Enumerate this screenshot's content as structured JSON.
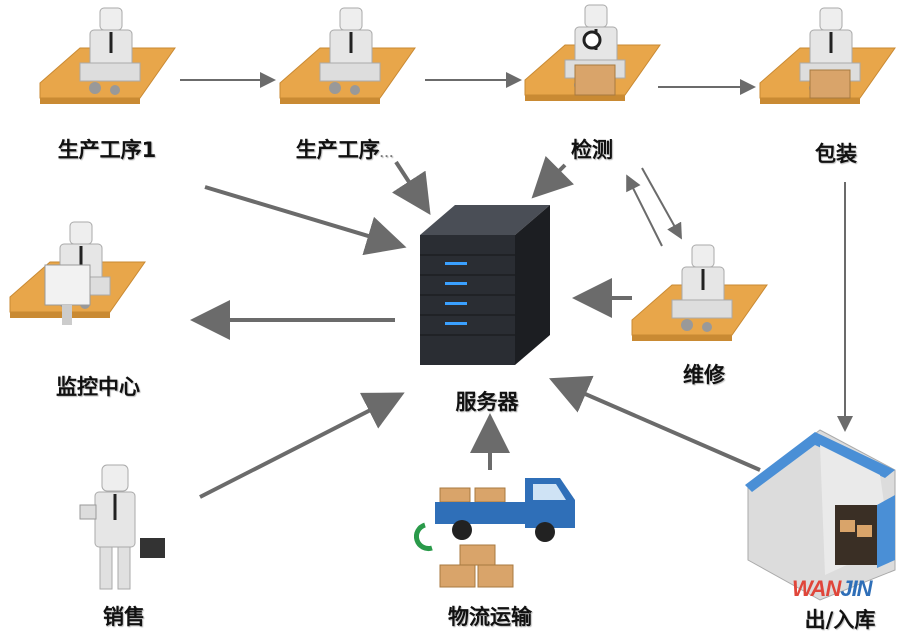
{
  "nodes": {
    "process1": "生产工序1",
    "process_n": "生产工序",
    "process_n_suffix": "...",
    "inspection": "检测",
    "packaging": "包装",
    "monitoring": "监控中心",
    "server": "服务器",
    "repair": "维修",
    "sales": "销售",
    "logistics": "物流运输",
    "warehouse": "出/入库"
  },
  "watermark": {
    "part1": "WAN",
    "part2": "JIN"
  },
  "colors": {
    "arrow": "#6b6b6b",
    "desk": "#e8a64a",
    "person": "#e6e6e6",
    "server": "#2a2d33",
    "server_led": "#3aa0ff",
    "roof": "#4a8fd6",
    "truck": "#2f6fb8",
    "box": "#d9a46a",
    "wm_red": "#e0463a",
    "wm_blue": "#2f6fb8"
  }
}
